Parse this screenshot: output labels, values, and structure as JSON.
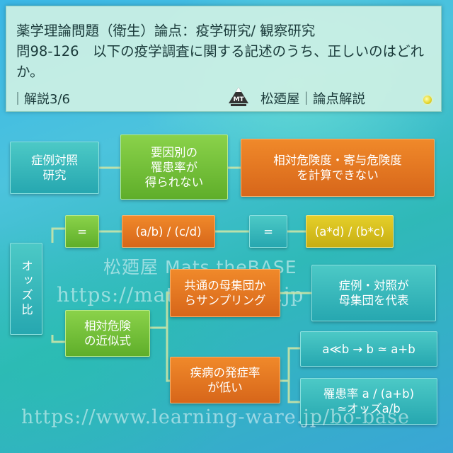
{
  "header": {
    "title_line1": "薬学理論問題（衛生）論点：疫学研究/ 観察研究",
    "title_line2": "問98-126　以下の疫学調査に関する記述のうち、正しいのはどれか。",
    "subtitle": "｜解説3/6",
    "logo_text": "MT",
    "brand": "松廼屋｜論点解説"
  },
  "colors": {
    "teal": "#2fb0b6",
    "green": "#6bbb33",
    "orange": "#e0711f",
    "yellow": "#d5bd1a",
    "connector": "#c9e4a8"
  },
  "diagram": {
    "case_control": "症例対照\n研究",
    "cannot_get_rate": "要因別の\n罹患率が\n得られない",
    "cannot_compute": "相対危険度・寄与危険度\nを計算できない",
    "odds_ratio": "オッズ比",
    "eq1": "=",
    "formula1": "(a/b) / (c/d)",
    "eq2": "=",
    "formula2": "(a*d) / (b*c)",
    "common_population": "共通の母集団か\nらサンプリング",
    "representative": "症例・対照が\n母集団を代表",
    "approximation": "相対危険\nの近似式",
    "low_incidence": "疾病の発症率\nが低い",
    "a_much_less_b": "a≪b → b ≃ a+b",
    "morbidity_ratio": "罹患率 a / (a+b)\n≃オッズa/b"
  },
  "watermarks": {
    "wm1": "松廼屋 Mats theBASE",
    "wm2": "https://mats-thebase.jp",
    "wm3": "https://www.learning-ware.jp/bo-base"
  }
}
